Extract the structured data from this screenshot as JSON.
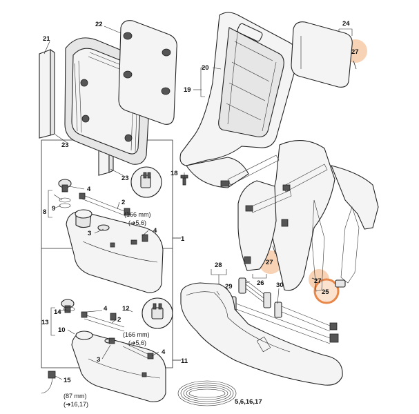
{
  "callouts": [
    {
      "id": "c1",
      "text": "1"
    },
    {
      "id": "c4a",
      "text": "4"
    },
    {
      "id": "c2a",
      "text": "2"
    },
    {
      "id": "c3a",
      "text": "3"
    },
    {
      "id": "c4b",
      "text": "4"
    },
    {
      "id": "c8",
      "text": "8"
    },
    {
      "id": "c9",
      "text": "9"
    },
    {
      "id": "c10",
      "text": "10"
    },
    {
      "id": "c11",
      "text": "11"
    },
    {
      "id": "c12",
      "text": "12"
    },
    {
      "id": "c2b",
      "text": "2"
    },
    {
      "id": "c3b",
      "text": "3"
    },
    {
      "id": "c4c",
      "text": "4"
    },
    {
      "id": "c4d",
      "text": "4"
    },
    {
      "id": "c13",
      "text": "13"
    },
    {
      "id": "c14",
      "text": "14"
    },
    {
      "id": "c15",
      "text": "15"
    },
    {
      "id": "c18",
      "text": "18"
    },
    {
      "id": "c19",
      "text": "19"
    },
    {
      "id": "c20",
      "text": "20"
    },
    {
      "id": "c21",
      "text": "21"
    },
    {
      "id": "c22",
      "text": "22"
    },
    {
      "id": "c23a",
      "text": "23"
    },
    {
      "id": "c23b",
      "text": "23"
    },
    {
      "id": "c24",
      "text": "24"
    },
    {
      "id": "c25",
      "text": "25"
    },
    {
      "id": "c26",
      "text": "26"
    },
    {
      "id": "c27a",
      "text": "27"
    },
    {
      "id": "c27b",
      "text": "27"
    },
    {
      "id": "c27c",
      "text": "27"
    },
    {
      "id": "c28",
      "text": "28"
    },
    {
      "id": "c29",
      "text": "29"
    },
    {
      "id": "c30",
      "text": "30"
    },
    {
      "id": "c5617",
      "text": "5,6,16,17"
    }
  ],
  "notes": {
    "len1": "(166 mm)",
    "ref1": "(➔5,6)",
    "len2": "(166 mm)",
    "ref2": "(➔5,6)",
    "len3": "(87 mm)",
    "ref3": "(➔16,17)"
  },
  "colors": {
    "highlight_fill": "#f8d2b4",
    "highlight_ring": "#e8874a",
    "line": "#222222"
  }
}
